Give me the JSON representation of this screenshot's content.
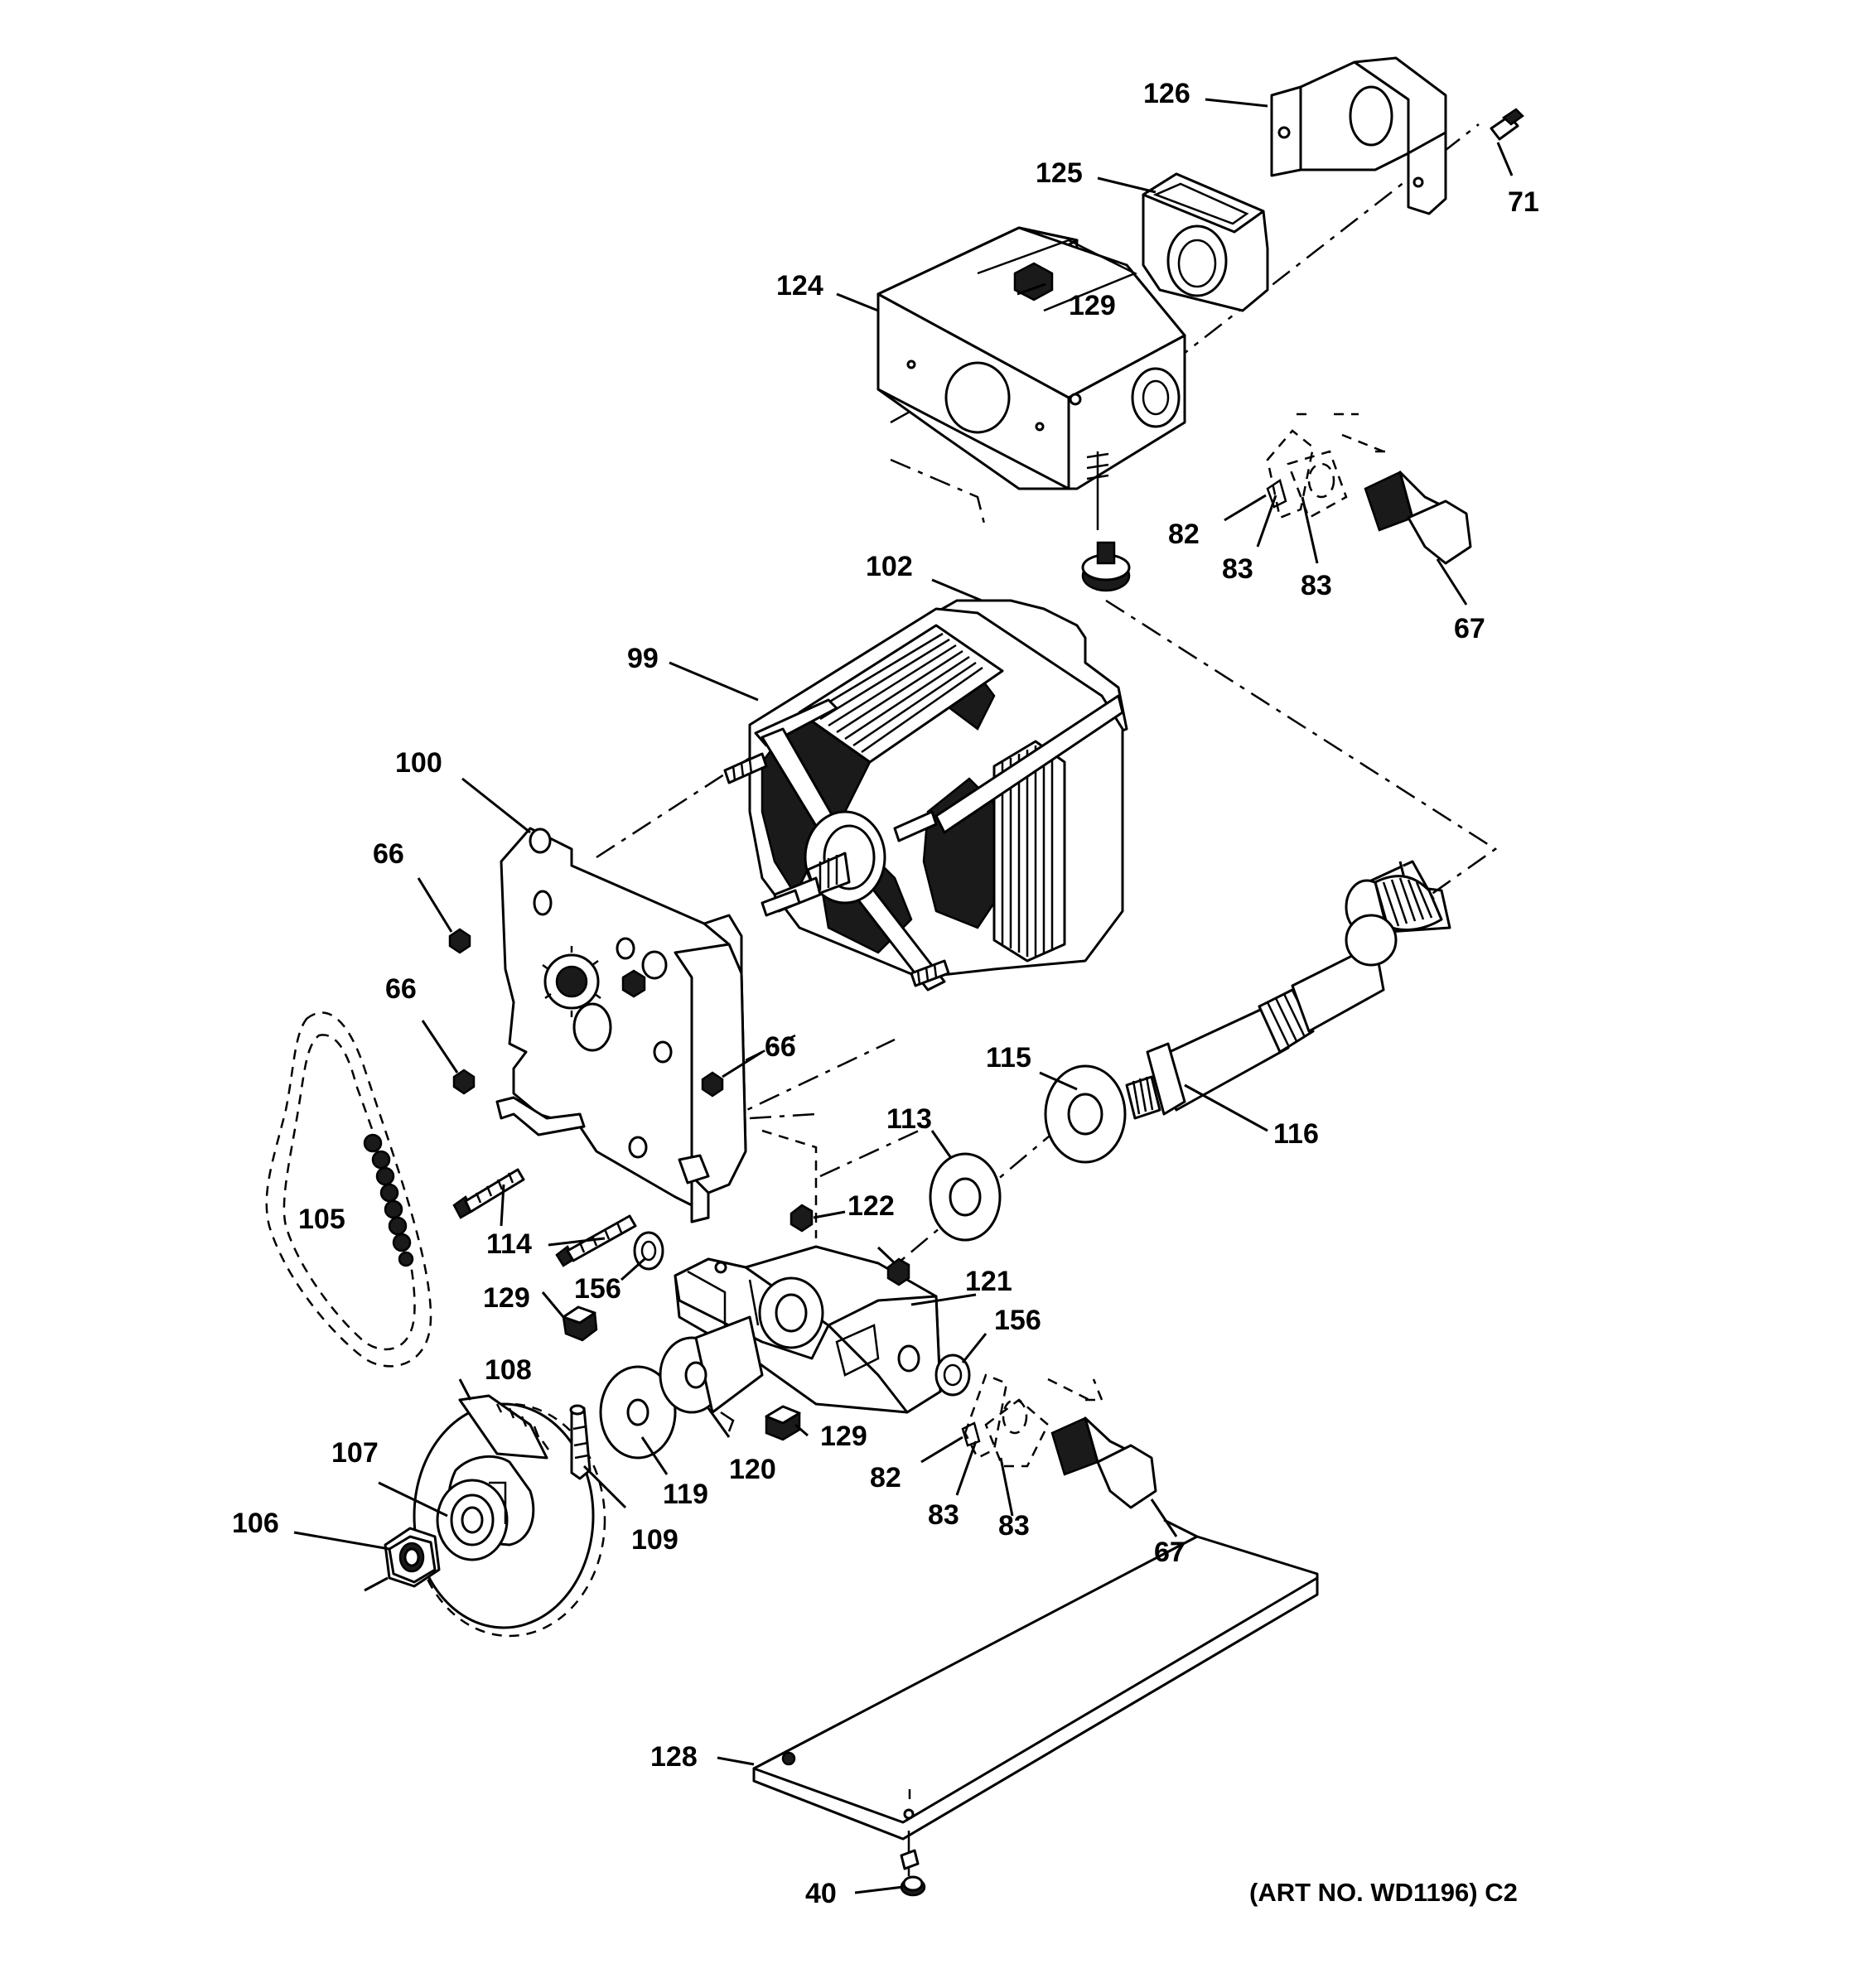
{
  "diagram": {
    "art_number": "(ART NO. WD1196) C2",
    "callouts": {
      "c126": "126",
      "c125": "125",
      "c71": "71",
      "c124": "124",
      "c129a": "129",
      "c82a": "82",
      "c83a": "83",
      "c83b": "83",
      "c67a": "67",
      "c102": "102",
      "c99": "99",
      "c100": "100",
      "c66a": "66",
      "c66b": "66",
      "c66c": "66",
      "c115": "115",
      "c116": "116",
      "c113": "113",
      "c105": "105",
      "c114": "114",
      "c122": "122",
      "c129b": "129",
      "c156a": "156",
      "c121": "121",
      "c156b": "156",
      "c108": "108",
      "c107": "107",
      "c106": "106",
      "c109": "109",
      "c119": "119",
      "c120": "120",
      "c129c": "129",
      "c82b": "82",
      "c83c": "83",
      "c83d": "83",
      "c67b": "67",
      "c128": "128",
      "c40": "40"
    }
  }
}
